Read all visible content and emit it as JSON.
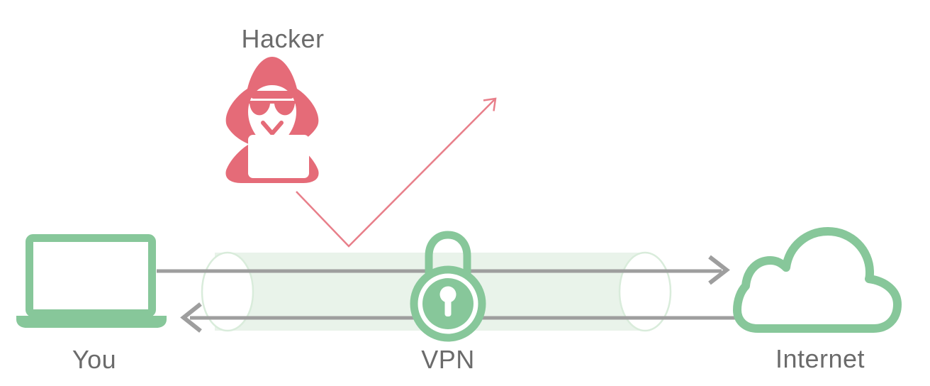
{
  "diagram": {
    "labels": {
      "hacker": "Hacker",
      "you": "You",
      "vpn": "VPN",
      "internet": "Internet"
    },
    "icons": {
      "hacker": "hooded-hacker-with-laptop-icon",
      "you": "laptop-icon",
      "vpn": "padlock-icon",
      "internet": "cloud-icon",
      "tunnel": "encrypted-tunnel-cylinder",
      "attack": "deflected-attack-arrow",
      "traffic_out": "right-arrow",
      "traffic_in": "left-arrow"
    },
    "colors": {
      "accent_green": "#87c79a",
      "tunnel_fill": "#e9f3ea",
      "tunnel_edge": "#d9ecdb",
      "danger_red": "#e56b78",
      "attack_arrow_red": "#e87f8a",
      "line_gray": "#9e9e9e",
      "label_gray": "#6b6b6b",
      "background": "#ffffff"
    }
  }
}
